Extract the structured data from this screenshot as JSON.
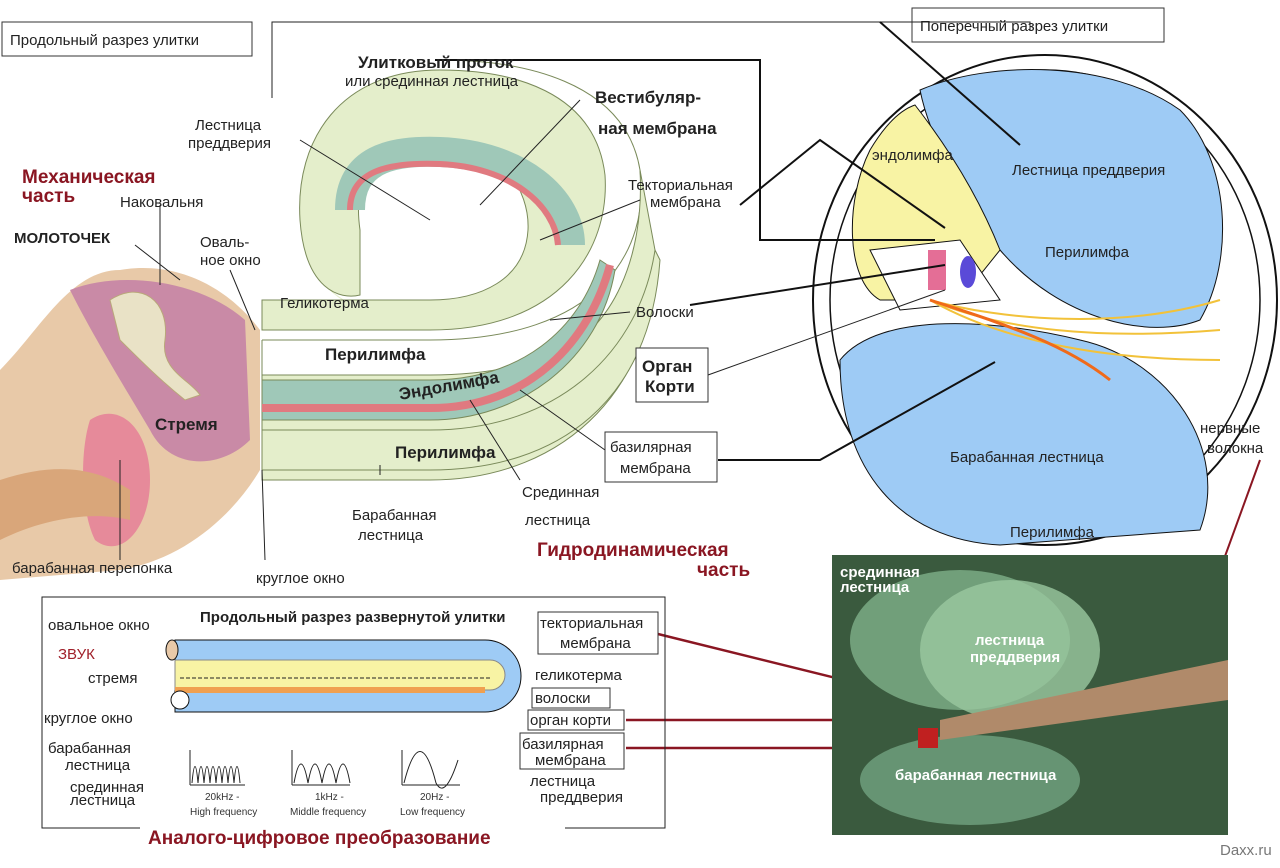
{
  "titles": {
    "longitudinal": "Продольный разрез улитки",
    "cross": "Поперечный разрез улитки",
    "mechanical": [
      "Механическая",
      "часть"
    ],
    "hydro": [
      "Гидродинамическая",
      "часть"
    ],
    "adc": "Аналого-цифровое преобразование"
  },
  "ear_labels": {
    "malleus": "МОЛОТОЧЕК",
    "incus": "Наковальня",
    "stapes": "Стремя",
    "oval_window": [
      "Оваль-",
      "ное окно"
    ],
    "eardrum": "барабанная перепонка",
    "round_window": "круглое окно"
  },
  "cochlea_labels": {
    "duct": "Улитковый проток",
    "duct_sub": "или срединная лестница",
    "vestibular_scale": [
      "Лестница",
      "преддверия"
    ],
    "vestibular_membrane": [
      "Вестибуляр-",
      "ная мембрана"
    ],
    "tectorial": [
      "Текториальная",
      "мембрана"
    ],
    "helicotrema": "Геликотерма",
    "hairs": "Волоски",
    "perilymph_top": "Перилимфа",
    "endolymph": "Эндолимфа",
    "perilymph_bottom": "Перилимфа",
    "organ_corti": [
      "Орган",
      "Корти"
    ],
    "basilar": [
      "базилярная",
      "мембрана"
    ],
    "median_scale": [
      "Срединная",
      "лестница"
    ],
    "tympanic_scale": [
      "Барабанная",
      "лестница"
    ]
  },
  "cross_labels": {
    "endolymph": "эндолимфа",
    "vestibular_scale": "Лестница преддверия",
    "perilymph_top": "Перилимфа",
    "tympanic_scale": "Барабанная лестница",
    "perilymph_bottom": "Перилимфа",
    "nerve_fibers": [
      "нервные",
      "волокна"
    ]
  },
  "unrolled": {
    "title": "Продольный разрез развернутой улитки",
    "oval_window": "овальное окно",
    "sound": "ЗВУК",
    "stapes": "стремя",
    "round_window": "круглое окно",
    "tympanic_scale": [
      "барабанная",
      "лестница"
    ],
    "median_scale": [
      "срединная",
      "лестница"
    ],
    "tectorial": [
      "текториальная",
      "мембрана"
    ],
    "helicotrema": "геликотерма",
    "hairs": "волоски",
    "organ_corti": "орган корти",
    "basilar": [
      "базилярная",
      "мембрана"
    ],
    "vestibular_scale": [
      "лестница",
      "преддверия"
    ],
    "freqs": [
      {
        "value": "20kHz -",
        "label": "High frequency"
      },
      {
        "value": "1kHz -",
        "label": "Middle frequency"
      },
      {
        "value": "20Hz -",
        "label": "Low frequency"
      }
    ]
  },
  "photo_labels": {
    "median_scale": [
      "срединная",
      "лестница"
    ],
    "vestibular_scale": [
      "лестница",
      "преддверия"
    ],
    "tympanic_scale": "барабанная лестница"
  },
  "watermark": "Daxx.ru",
  "colors": {
    "perilymph": "#9ecbf5",
    "endolymph": "#f8f3a4",
    "accent": "#8a1622",
    "cochlea_outer": "#e4eecb",
    "membrane": "#e88a8f"
  }
}
